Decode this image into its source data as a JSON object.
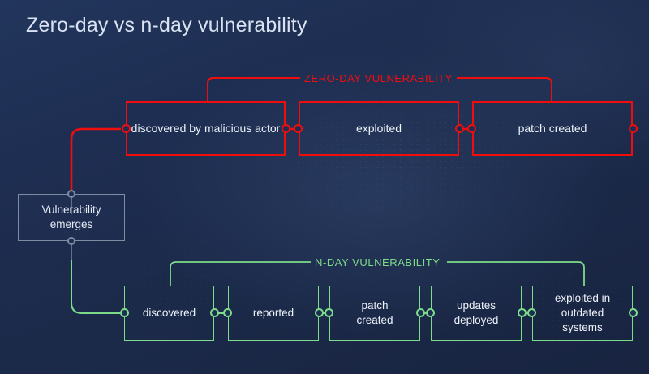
{
  "page": {
    "title": "Zero-day vs n-day vulnerability",
    "background_color": "#1e2e52",
    "accent_red": "#f20d0d",
    "accent_green": "#7ddc8a",
    "node_gray": "#7e8ca3"
  },
  "start": {
    "label_line1": "Vulnerability",
    "label_line2": "emerges"
  },
  "zero_day": {
    "group_label": "ZERO-DAY VULNERABILITY",
    "color": "#f20d0d",
    "steps": [
      {
        "label": "discovered by malicious actor"
      },
      {
        "label": "exploited"
      },
      {
        "label": "patch created"
      }
    ]
  },
  "n_day": {
    "group_label": "N-DAY VULNERABILITY",
    "color": "#7ddc8a",
    "steps": [
      {
        "label": "discovered"
      },
      {
        "label": "reported"
      },
      {
        "label_line1": "patch",
        "label_line2": "created"
      },
      {
        "label_line1": "updates",
        "label_line2": "deployed"
      },
      {
        "label_line1": "exploited in",
        "label_line2": "outdated",
        "label_line3": "systems"
      }
    ]
  }
}
